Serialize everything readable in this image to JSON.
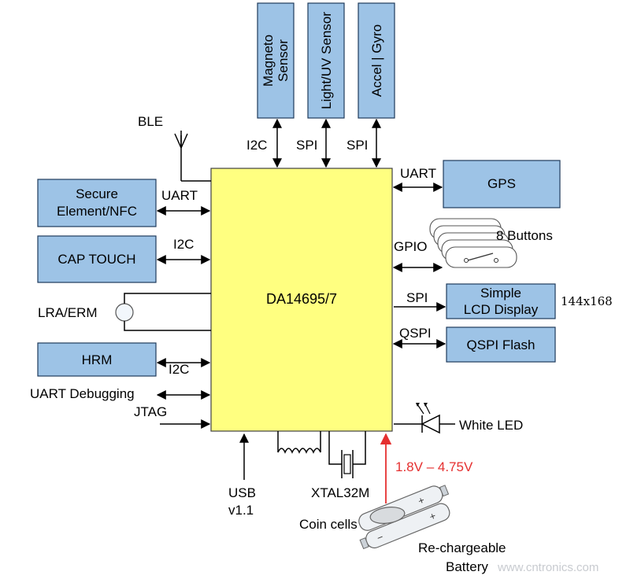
{
  "mcu": {
    "label": "DA14695/7"
  },
  "top_sensors": [
    {
      "label": "Magneto Sensor",
      "line1": "Magneto",
      "line2": "Sensor",
      "bus": "I2C"
    },
    {
      "label": "Light/UV Sensor",
      "bus": "SPI"
    },
    {
      "label": "Accel | Gyro",
      "bus": "SPI"
    }
  ],
  "ble": {
    "label": "BLE"
  },
  "left_blocks": {
    "secure": {
      "line1": "Secure",
      "line2": "Element/NFC",
      "bus": "UART"
    },
    "cap": {
      "label": "CAP TOUCH",
      "bus": "I2C"
    },
    "lra": {
      "label": "LRA/ERM"
    },
    "hrm": {
      "label": "HRM",
      "bus": "I2C"
    },
    "uart_debug": {
      "label": "UART Debugging"
    },
    "jtag": {
      "label": "JTAG"
    }
  },
  "right_blocks": {
    "gps": {
      "label": "GPS",
      "bus": "UART"
    },
    "buttons": {
      "label": "8 Buttons",
      "bus": "GPIO"
    },
    "lcd": {
      "line1": "Simple",
      "line2": "LCD Display",
      "bus": "SPI",
      "resolution": "144x168"
    },
    "flash": {
      "label": "QSPI Flash",
      "bus": "QSPI"
    },
    "led": {
      "label": "White LED"
    }
  },
  "bottom": {
    "usb": {
      "line1": "USB",
      "line2": "v1.1"
    },
    "xtal": {
      "label": "XTAL32M"
    },
    "voltage": {
      "label": "1.8V – 4.75V"
    },
    "coin": {
      "label": "Coin cells"
    },
    "battery": {
      "line1": "Re-chargeable",
      "line2": "Battery"
    },
    "watermark": {
      "label": "www.cntronics.com"
    }
  },
  "colors": {
    "block": "#9dc3e6",
    "mcu": "#ffff80",
    "voltage": "#e53030"
  }
}
